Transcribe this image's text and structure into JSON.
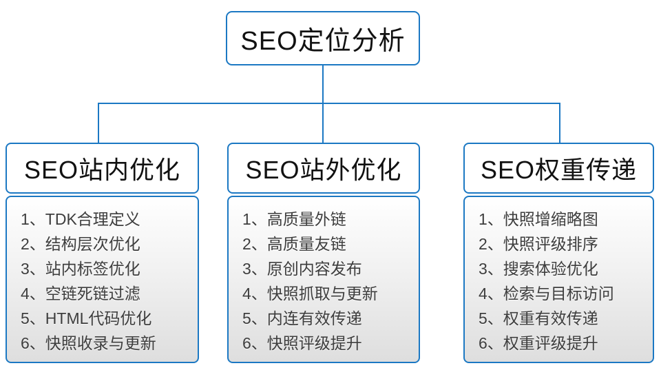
{
  "diagram": {
    "root": {
      "label": "SEO定位分析"
    },
    "columns": [
      {
        "title": "SEO站内优化",
        "items": [
          "1、TDK合理定义",
          "2、结构层次优化",
          "3、站内标签优化",
          "4、空链死链过滤",
          "5、HTML代码优化",
          "6、快照收录与更新"
        ]
      },
      {
        "title": "SEO站外优化",
        "items": [
          "1、高质量外链",
          "2、高质量友链",
          "3、原创内容发布",
          "4、快照抓取与更新",
          "5、内连有效传递",
          "6、快照评级提升"
        ]
      },
      {
        "title": "SEO权重传递",
        "items": [
          "1、快照增缩略图",
          "2、快照评级排序",
          "3、搜索体验优化",
          "4、检索与目标访问",
          "5、权重有效传递",
          "6、权重评级提升"
        ]
      }
    ],
    "colors": {
      "accent_border": "#1b78c3",
      "header_text": "#111111",
      "item_text": "#3d3d3d",
      "list_gradient_top": "#ffffff",
      "list_gradient_bottom": "#dedede"
    }
  }
}
